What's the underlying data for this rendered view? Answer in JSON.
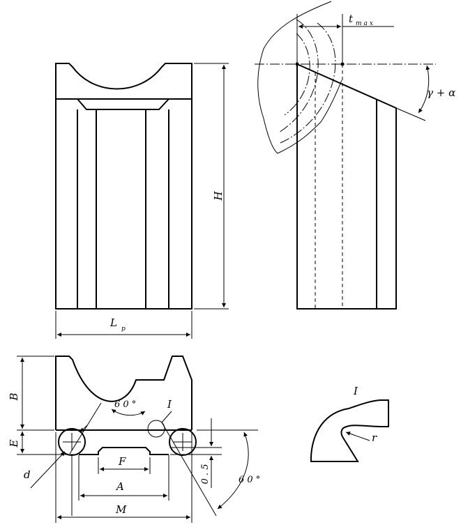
{
  "labels": {
    "H": "H",
    "L": "L",
    "L_sub": "p",
    "t": "t",
    "t_sub": "max",
    "angle_gamma": "γ + α",
    "B": "B",
    "E": "E",
    "d": "d",
    "angle_60_top": "6 0 °",
    "angle_60_right": "6 0 °",
    "detail_I_marker": "I",
    "detail_I_title": "I",
    "r": "r",
    "F": "F",
    "A": "A",
    "M": "M",
    "dim_05": "0 . 5"
  }
}
